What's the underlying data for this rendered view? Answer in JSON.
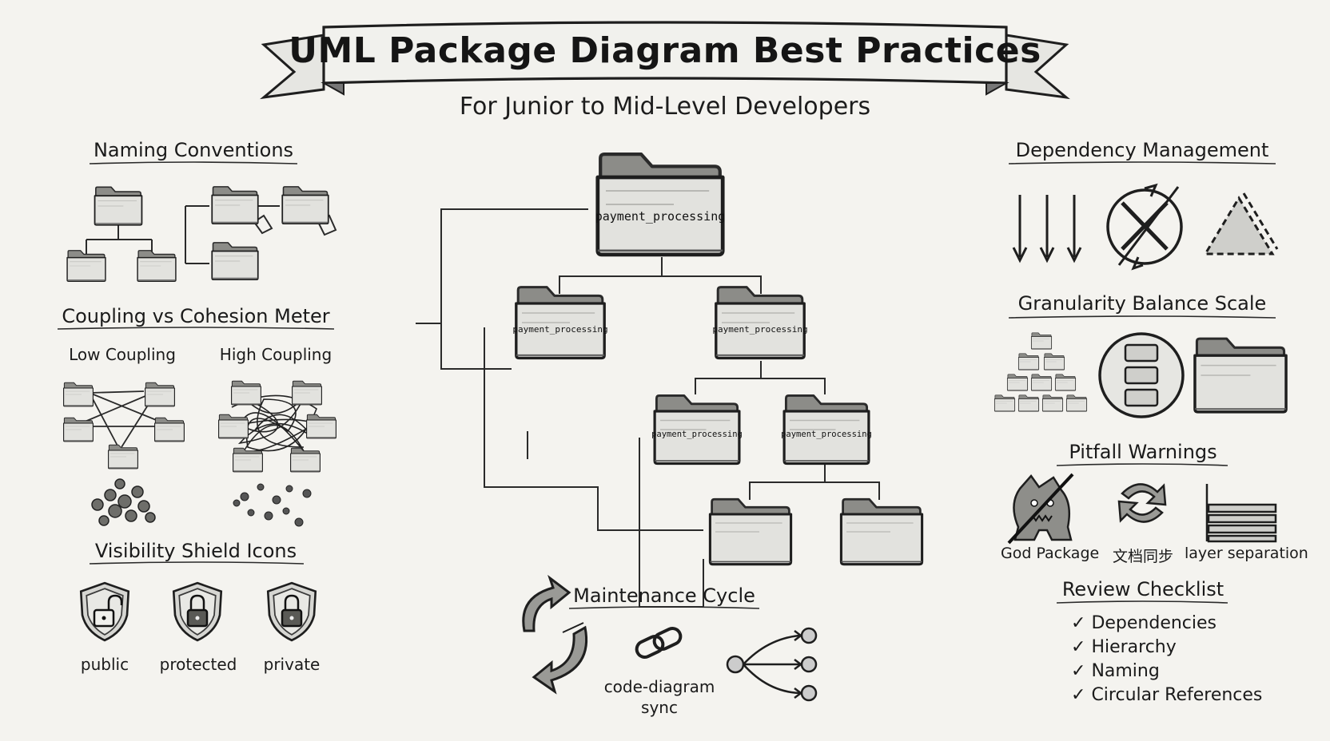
{
  "header": {
    "title": "UML Package Diagram Best Practices",
    "subtitle": "For Junior to Mid-Level Developers"
  },
  "sections": {
    "naming": {
      "title": "Naming Conventions"
    },
    "coupling": {
      "title": "Coupling vs Cohesion Meter",
      "low_label": "Low Coupling",
      "high_label": "High Coupling"
    },
    "visibility": {
      "title": "Visibility Shield Icons",
      "public": "public",
      "protected": "protected",
      "private": "private"
    },
    "maintenance": {
      "title": "Maintenance Cycle",
      "sync_line1": "code-diagram",
      "sync_line2": "sync"
    },
    "dependency": {
      "title": "Dependency Management"
    },
    "granularity": {
      "title": "Granularity Balance Scale"
    },
    "pitfalls": {
      "title": "Pitfall Warnings",
      "god_package": "God Package",
      "doc_sync": "文档同步",
      "layer_separation": "layer separation"
    },
    "checklist": {
      "title": "Review Checklist",
      "items": [
        "Dependencies",
        "Hierarchy",
        "Naming",
        "Circular References"
      ],
      "check_mark": "✓"
    }
  },
  "tree": {
    "root_label": "payment_processing",
    "l1_left": "payment_processing",
    "l1_right": "payment_processing",
    "l2_left": "payment_processing",
    "l2_right": "payment_processing"
  },
  "colors": {
    "background": "#f4f3ef",
    "ink": "#1f1f1f",
    "folder_fill": "#d9d9d6",
    "folder_dark": "#9a9a96"
  }
}
